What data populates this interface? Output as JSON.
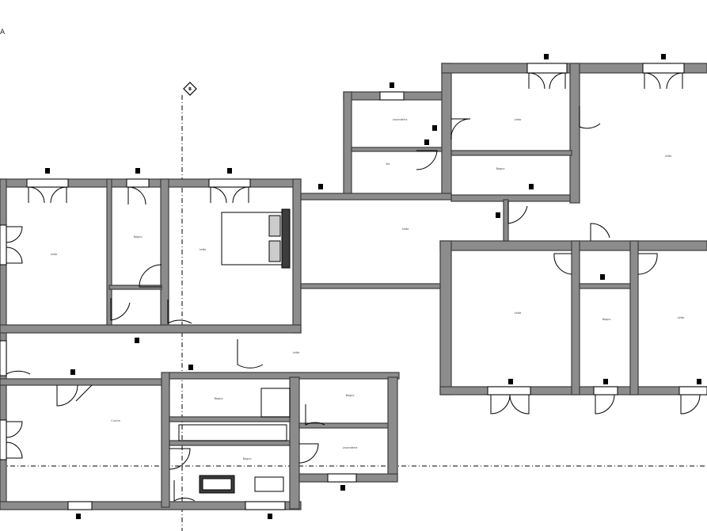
{
  "plan": {
    "corner_label": "A",
    "axis_marker": "B",
    "rooms": [
      {
        "id": "r1",
        "name": "Letto"
      },
      {
        "id": "r2",
        "name": "Bagno"
      },
      {
        "id": "r3",
        "name": "Letto"
      },
      {
        "id": "r4",
        "name": "Lavanderia"
      },
      {
        "id": "r5",
        "name": "Wc"
      },
      {
        "id": "r6",
        "name": "Letto"
      },
      {
        "id": "r7",
        "name": "Bagno"
      },
      {
        "id": "r8",
        "name": "Letto"
      },
      {
        "id": "r9",
        "name": "Letto"
      },
      {
        "id": "r10",
        "name": "Letto"
      },
      {
        "id": "r11",
        "name": "Bagno"
      },
      {
        "id": "r12",
        "name": "Letto"
      },
      {
        "id": "r13",
        "name": "Letto"
      },
      {
        "id": "r14",
        "name": "Bagno"
      },
      {
        "id": "r15",
        "name": "Bagno"
      },
      {
        "id": "r16",
        "name": "Lavanderia"
      },
      {
        "id": "r17",
        "name": "Cucina"
      },
      {
        "id": "r18",
        "name": "Bagno"
      }
    ]
  }
}
